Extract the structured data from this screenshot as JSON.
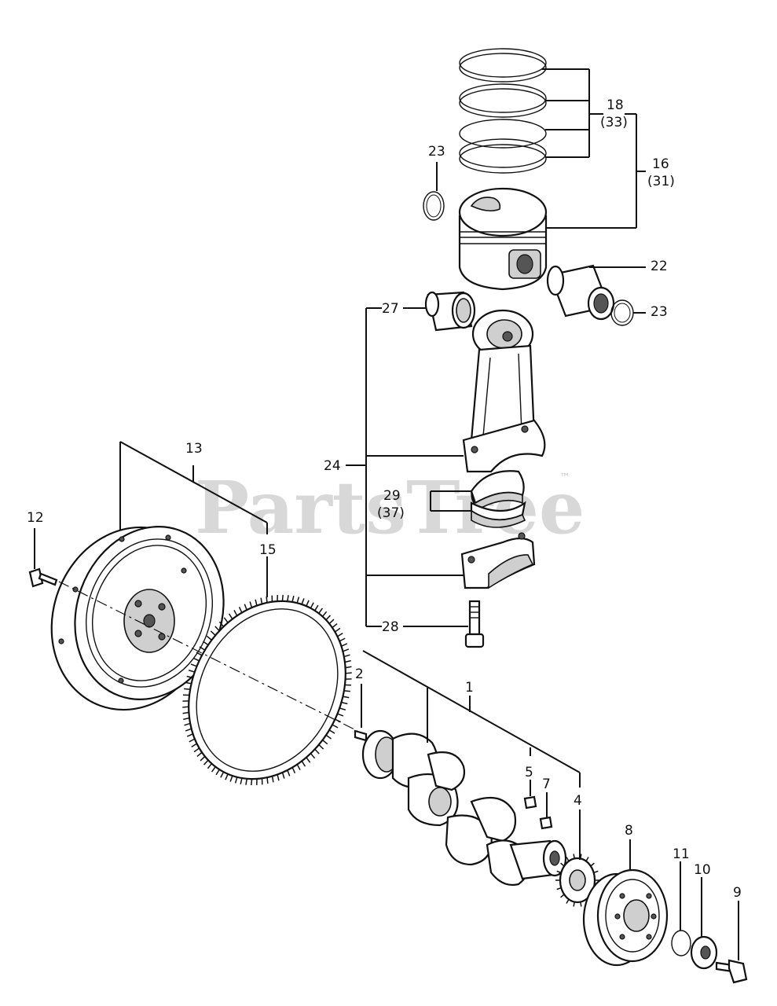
{
  "watermark": {
    "text": "PartsTree",
    "trademark": "™"
  },
  "callouts": {
    "c1": "1",
    "c2": "2",
    "c4": "4",
    "c5": "5",
    "c7": "7",
    "c8": "8",
    "c9": "9",
    "c10": "10",
    "c11": "11",
    "c12": "12",
    "c13": "13",
    "c15": "15",
    "c16": "16",
    "c16alt": "(31)",
    "c18": "18",
    "c18alt": "(33)",
    "c22": "22",
    "c23a": "23",
    "c23b": "23",
    "c24": "24",
    "c27": "27",
    "c28": "28",
    "c29": "29",
    "c29alt": "(37)"
  },
  "colors": {
    "ink": "#111111",
    "watermark": "#d8d8d8"
  }
}
